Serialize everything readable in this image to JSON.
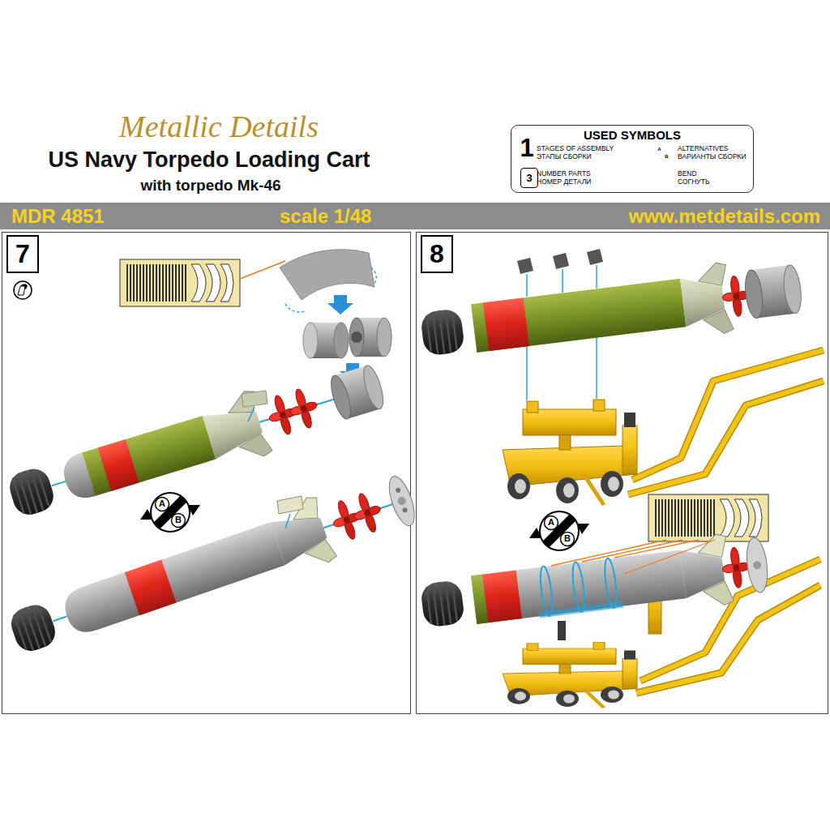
{
  "diagram": {
    "title": "US Navy Torpedo Loading Cart",
    "nodes": [
      {
        "text": [
          "USED SYMBOLS"
        ]
      },
      {
        "text": [
          "3"
        ],
        "in": 0
      },
      {
        "text": [
          "7"
        ]
      },
      {
        "text": [
          "8"
        ]
      }
    ],
    "labels": [
      "Metallic Details",
      "with torpedo Mk-46",
      "MDR 4851",
      "scale 1/48",
      "www.metdetails.com",
      "1",
      "STAGES OF ASSEMBLY ЭТАПЫ СБОРКИ",
      "ALTERNATIVES ВАРИАНТЫ СБОРКИ",
      "NUMBER PARTS НОМЕР ДЕТАЛИ",
      "BEND СОГНУТЬ",
      "A",
      "B",
      "A",
      "B",
      "A",
      "B"
    ]
  }
}
